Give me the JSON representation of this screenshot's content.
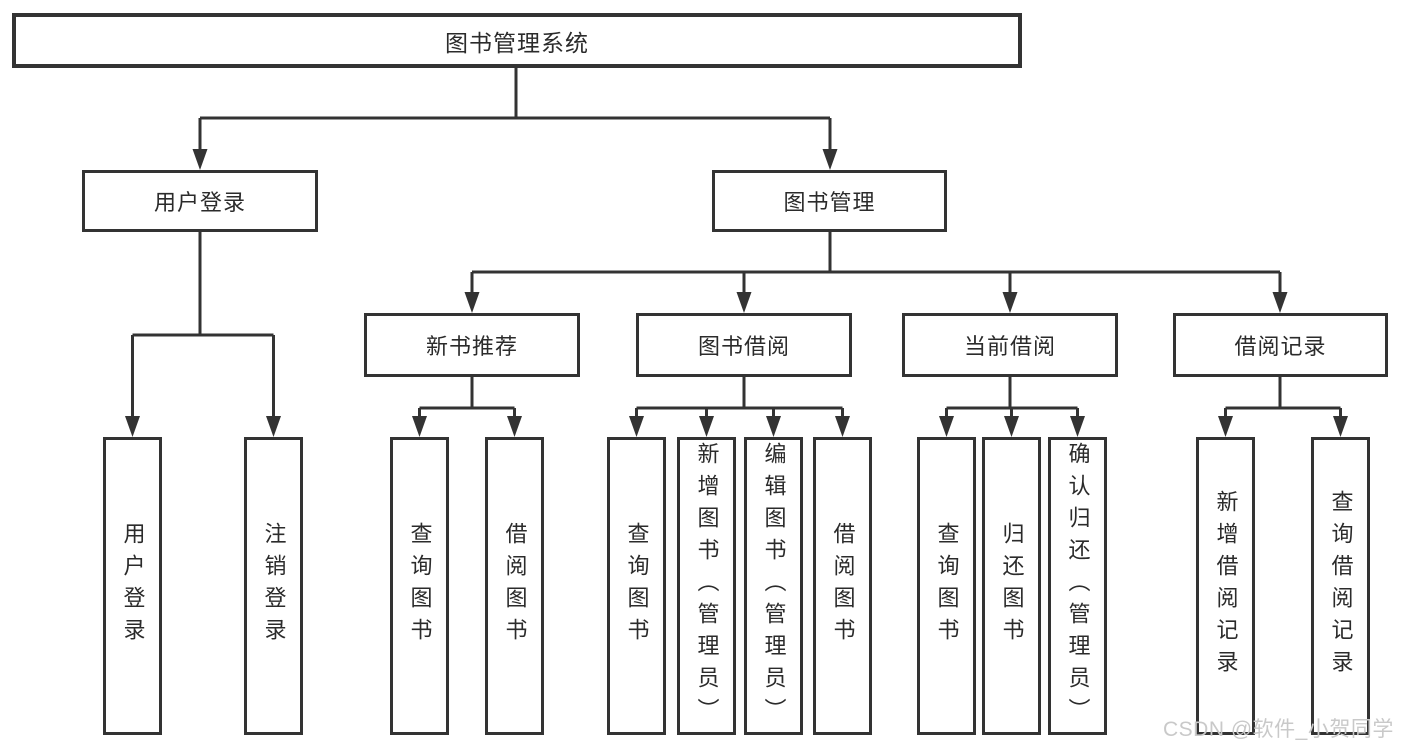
{
  "diagram": {
    "root": {
      "label": "图书管理系统"
    },
    "children": [
      {
        "label": "用户登录",
        "children": [
          {
            "label": "用户登录"
          },
          {
            "label": "注销登录"
          }
        ]
      },
      {
        "label": "图书管理",
        "children": [
          {
            "label": "新书推荐",
            "children": [
              {
                "label": "查询图书"
              },
              {
                "label": "借阅图书"
              }
            ]
          },
          {
            "label": "图书借阅",
            "children": [
              {
                "label": "查询图书"
              },
              {
                "label": "新增图书（管理员）"
              },
              {
                "label": "编辑图书（管理员）"
              },
              {
                "label": "借阅图书"
              }
            ]
          },
          {
            "label": "当前借阅",
            "children": [
              {
                "label": "查询图书"
              },
              {
                "label": "归还图书"
              },
              {
                "label": "确认归还（管理员）"
              }
            ]
          },
          {
            "label": "借阅记录",
            "children": [
              {
                "label": "新增借阅记录"
              },
              {
                "label": "查询借阅记录"
              }
            ]
          }
        ]
      }
    ]
  },
  "watermark": {
    "text": "CSDN @软件_小贺同学"
  },
  "colors": {
    "line": "#333333",
    "text": "#2b2b2b",
    "background": "#ffffff",
    "watermark": "#c9c9c9"
  }
}
